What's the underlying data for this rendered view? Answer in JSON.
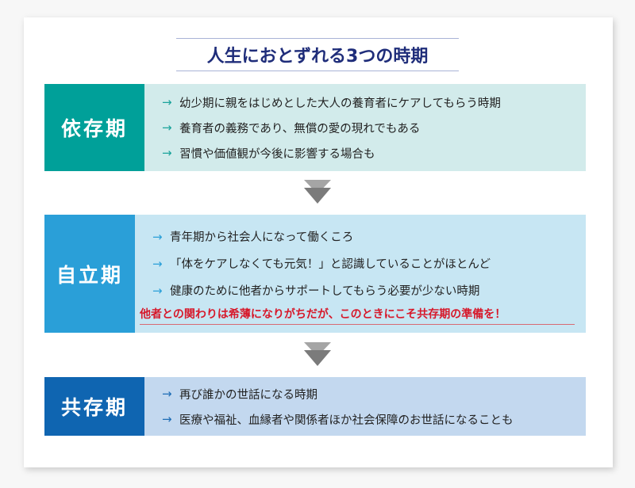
{
  "title": "人生におとずれる3つの時期",
  "colors": {
    "title": "#1f2d7a",
    "stage1_label": "#00a099",
    "stage1_body": "#d2ebeb",
    "stage2_label": "#2a9fd8",
    "stage2_body": "#c7e6f3",
    "stage3_label": "#0f65b1",
    "stage3_body": "#c3d8ef",
    "note": "#d7182a",
    "down_arrow_light": "#a5a5a5",
    "down_arrow_dark": "#7b7b7b"
  },
  "icons": {
    "bullet": "→",
    "between_stages": "double-down-triangle-icon"
  },
  "stages": [
    {
      "label": "依存期",
      "items": [
        "幼少期に親をはじめとした大人の養育者にケアしてもらう時期",
        "養育者の義務であり、無償の愛の現れでもある",
        "習慣や価値観が今後に影響する場合も"
      ]
    },
    {
      "label": "自立期",
      "items": [
        "青年期から社会人になって働くころ",
        "「体をケアしなくても元気！」と認識していることがほとんど",
        "健康のために他者からサポートしてもらう必要が少ない時期"
      ],
      "note": "他者との関わりは希薄になりがちだが、このときにこそ共存期の準備を！"
    },
    {
      "label": "共存期",
      "items": [
        "再び誰かの世話になる時期",
        "医療や福祉、血縁者や関係者ほか社会保障のお世話になることも"
      ]
    }
  ]
}
